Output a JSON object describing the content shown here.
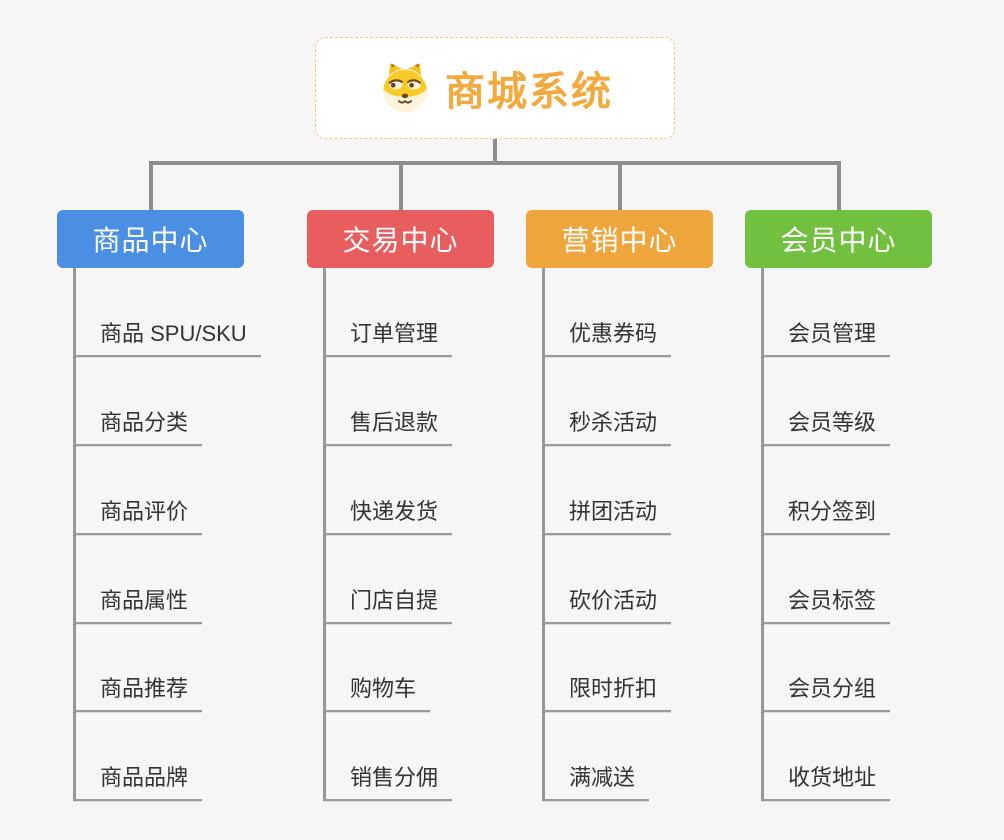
{
  "root": {
    "title": "商城系统",
    "icon": "shiba-dog-icon",
    "accent_color": "#f2a93e",
    "border_color": "#f0c678"
  },
  "connector_color": "#8e8e8e",
  "branches": [
    {
      "label": "商品中心",
      "color": "#4a8fe2",
      "items": [
        "商品 SPU/SKU",
        "商品分类",
        "商品评价",
        "商品属性",
        "商品推荐",
        "商品品牌"
      ]
    },
    {
      "label": "交易中心",
      "color": "#e85e5e",
      "items": [
        "订单管理",
        "售后退款",
        "快递发货",
        "门店自提",
        "购物车",
        "销售分佣"
      ]
    },
    {
      "label": "营销中心",
      "color": "#eea63c",
      "items": [
        "优惠券码",
        "秒杀活动",
        "拼团活动",
        "砍价活动",
        "限时折扣",
        "满减送"
      ]
    },
    {
      "label": "会员中心",
      "color": "#72c040",
      "items": [
        "会员管理",
        "会员等级",
        "积分签到",
        "会员标签",
        "会员分组",
        "收货地址"
      ]
    }
  ]
}
